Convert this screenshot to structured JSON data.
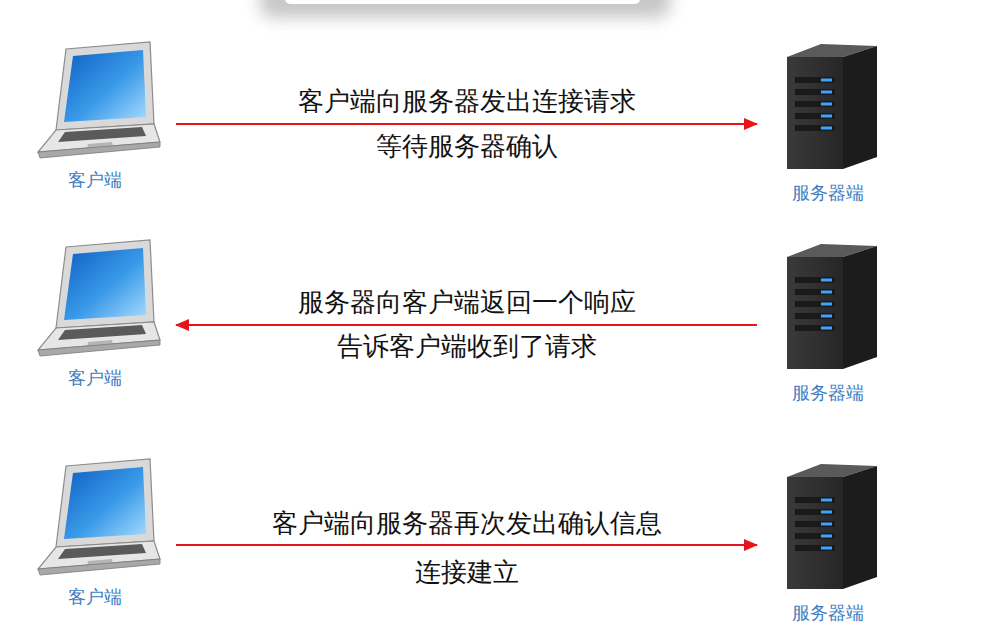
{
  "diagram": {
    "nodes": [
      {
        "text": [
          "客户端"
        ]
      },
      {
        "text": [
          "服务器端"
        ]
      },
      {
        "text": [
          "客户端"
        ]
      },
      {
        "text": [
          "服务器端"
        ]
      },
      {
        "text": [
          "客户端"
        ]
      },
      {
        "text": [
          "服务器端"
        ]
      }
    ],
    "edges": [
      {
        "from": 0,
        "to": 1,
        "arrow": "to",
        "label": "客户端向服务器发出连接请求"
      },
      {
        "from": 3,
        "to": 2,
        "arrow": "to",
        "label": "服务器向客户端返回一个响应"
      },
      {
        "from": 4,
        "to": 5,
        "arrow": "to",
        "label": "客户端向服务器再次发出确认信息"
      }
    ],
    "labels": [
      "等待服务器确认",
      "告诉客户端收到了请求",
      "连接建立"
    ]
  }
}
